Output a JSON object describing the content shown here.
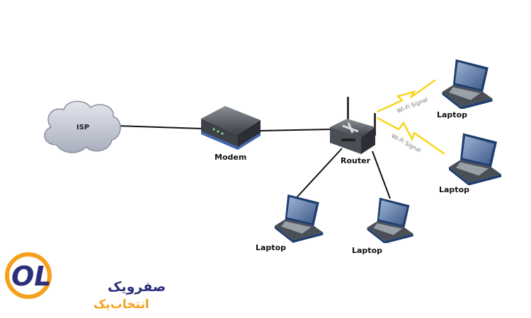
{
  "diagram": {
    "nodes": {
      "isp": {
        "label": "ISP",
        "icon": "cloud-icon"
      },
      "modem": {
        "label": "Modem",
        "icon": "modem-icon"
      },
      "router": {
        "label": "Router",
        "icon": "wireless-router-icon"
      },
      "laptop_wired_1": {
        "label": "Laptop",
        "icon": "laptop-icon"
      },
      "laptop_wired_2": {
        "label": "Laptop",
        "icon": "laptop-icon"
      },
      "laptop_wifi_1": {
        "label": "Laptop",
        "icon": "laptop-icon"
      },
      "laptop_wifi_2": {
        "label": "Laptop",
        "icon": "laptop-icon"
      }
    },
    "edges": [
      {
        "from": "isp",
        "to": "modem",
        "type": "wired"
      },
      {
        "from": "modem",
        "to": "router",
        "type": "wired"
      },
      {
        "from": "router",
        "to": "laptop_wired_1",
        "type": "wired"
      },
      {
        "from": "router",
        "to": "laptop_wired_2",
        "type": "wired"
      },
      {
        "from": "router",
        "to": "laptop_wifi_1",
        "type": "wireless",
        "label": "Wi-Fi Signal"
      },
      {
        "from": "router",
        "to": "laptop_wifi_2",
        "type": "wireless",
        "label": "Wi-Fi Signal"
      }
    ],
    "colors": {
      "wired": "#111111",
      "wireless": "#f7d61b",
      "cloud": "#c7cbd6"
    }
  },
  "logo": {
    "mark": "OL",
    "line1": "صفرویک",
    "line2": "انتخاب‌یک",
    "colors": {
      "navy": "#2b2f7a",
      "orange": "#f5a11c"
    }
  }
}
